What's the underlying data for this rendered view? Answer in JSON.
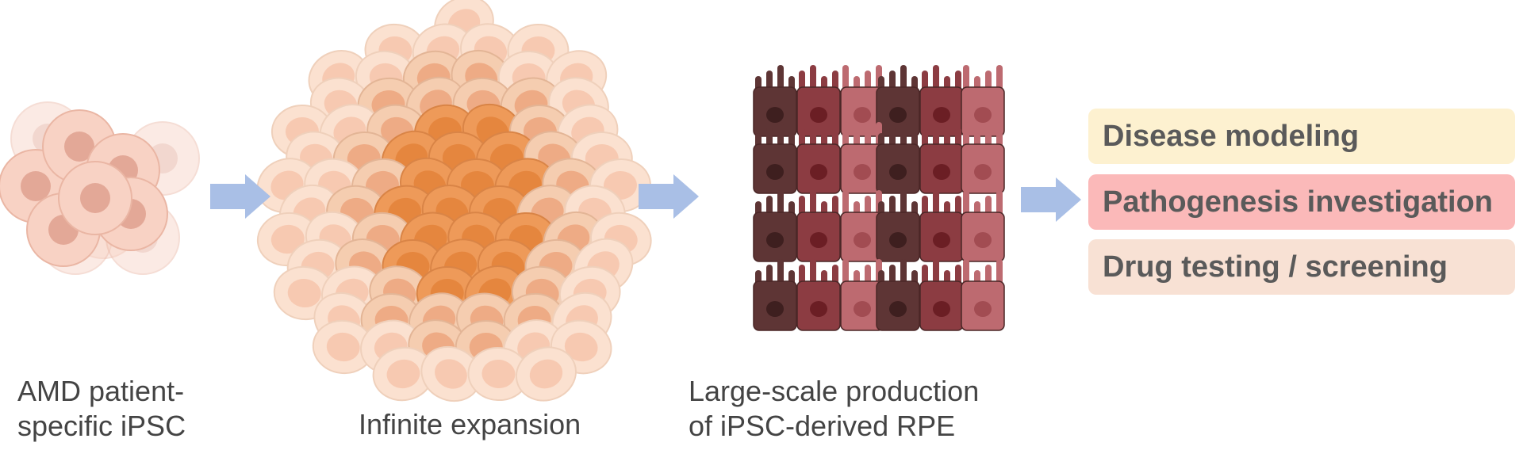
{
  "stages": [
    {
      "id": "ipsc",
      "caption_lines": [
        "AMD patient-",
        "specific iPSC"
      ]
    },
    {
      "id": "expansion",
      "caption_lines": [
        "Infinite expansion"
      ]
    },
    {
      "id": "rpe",
      "caption_lines": [
        "Large-scale production",
        "of iPSC-derived RPE"
      ]
    }
  ],
  "outcomes": [
    {
      "label": "Disease modeling",
      "color": "#fdf1d0"
    },
    {
      "label": "Pathogenesis investigation",
      "color": "#fbb9b9"
    },
    {
      "label": "Drug testing / screening",
      "color": "#f8e1d4"
    }
  ],
  "colors": {
    "arrow": "#a9bfe6",
    "text": "#444444",
    "cell_light": "#f7c9b1",
    "cell_mid": "#f2b48d",
    "cell_dark": "#ee9a59",
    "rpe_dark": "#5e3535",
    "rpe_mid": "#8c3c42",
    "rpe_light": "#bd6a70"
  }
}
